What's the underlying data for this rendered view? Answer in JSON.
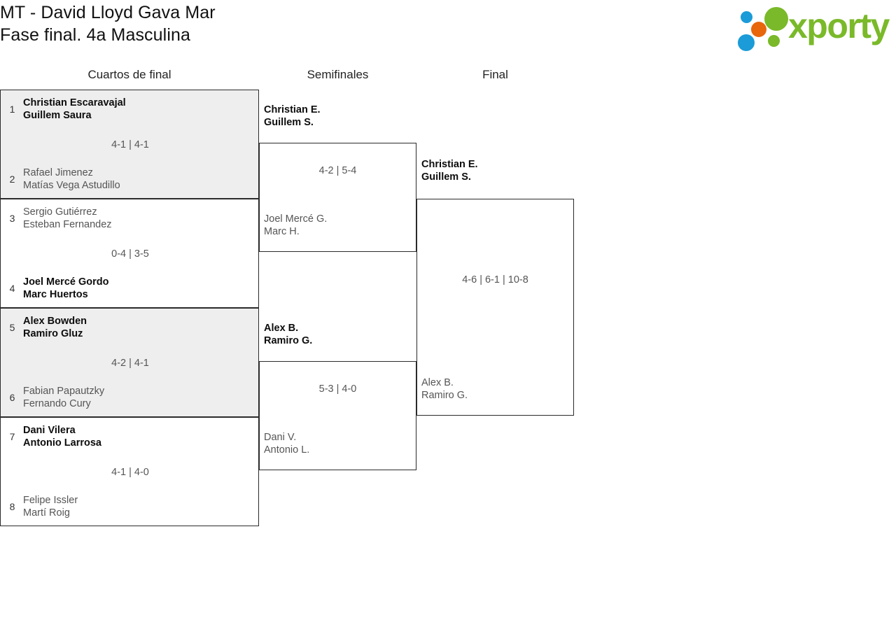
{
  "header": {
    "title_line_1": "MT - David Lloyd Gava Mar",
    "title_line_2": "Fase final. 4a Masculina",
    "logo": {
      "wordmark": "xporty",
      "colors": {
        "green": "#7ab929",
        "blue": "#1b9bd8",
        "orange": "#e8660c"
      }
    }
  },
  "rounds": [
    {
      "label": "Cuartos de final"
    },
    {
      "label": "Semifinales"
    },
    {
      "label": "Final"
    }
  ],
  "bracket": {
    "quarterfinals": [
      {
        "shaded": true,
        "score": "4-1 | 4-1",
        "top": {
          "seed": "1",
          "player_1": "Christian Escaravajal",
          "player_2": "Guillem Saura",
          "winner": true
        },
        "bottom": {
          "seed": "2",
          "player_1": "Rafael Jimenez",
          "player_2": "Matías Vega Astudillo",
          "winner": false
        }
      },
      {
        "shaded": false,
        "score": "0-4 | 3-5",
        "top": {
          "seed": "3",
          "player_1": "Sergio Gutiérrez",
          "player_2": "Esteban Fernandez",
          "winner": false
        },
        "bottom": {
          "seed": "4",
          "player_1": "Joel Mercé Gordo",
          "player_2": "Marc Huertos",
          "winner": true
        }
      },
      {
        "shaded": true,
        "score": "4-2 | 4-1",
        "top": {
          "seed": "5",
          "player_1": "Alex Bowden",
          "player_2": "Ramiro Gluz",
          "winner": true
        },
        "bottom": {
          "seed": "6",
          "player_1": "Fabian Papautzky",
          "player_2": "Fernando Cury",
          "winner": false
        }
      },
      {
        "shaded": false,
        "score": "4-1 | 4-0",
        "top": {
          "seed": "7",
          "player_1": "Dani Vilera",
          "player_2": "Antonio Larrosa",
          "winner": true
        },
        "bottom": {
          "seed": "8",
          "player_1": "Felipe Issler",
          "player_2": "Martí Roig",
          "winner": false
        }
      }
    ],
    "semifinals": [
      {
        "score": "4-2 | 5-4",
        "top": {
          "player_1": "Christian E.",
          "player_2": "Guillem S.",
          "winner": true
        },
        "bottom": {
          "player_1": "Joel Mercé G.",
          "player_2": "Marc H.",
          "winner": false
        }
      },
      {
        "score": "5-3 | 4-0",
        "top": {
          "player_1": "Alex B.",
          "player_2": "Ramiro G.",
          "winner": true
        },
        "bottom": {
          "player_1": "Dani V.",
          "player_2": "Antonio L.",
          "winner": false
        }
      }
    ],
    "final": [
      {
        "score": "4-6 | 6-1 | 10-8",
        "top": {
          "player_1": "Christian E.",
          "player_2": "Guillem S.",
          "winner": true
        },
        "bottom": {
          "player_1": "Alex B.",
          "player_2": "Ramiro G.",
          "winner": false
        }
      }
    ]
  }
}
